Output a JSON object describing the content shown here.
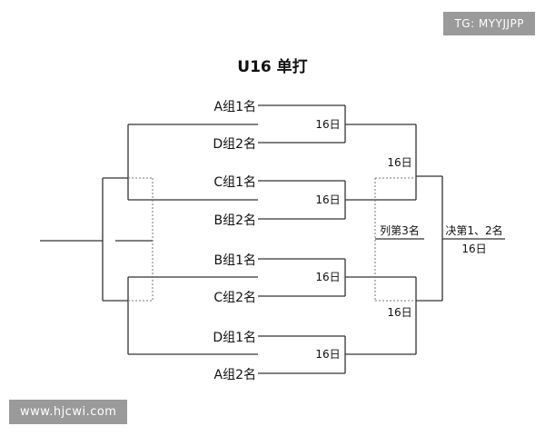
{
  "title": "U16 单打",
  "watermarks": {
    "top": "TG: MYYJJPP",
    "bottom": "www.hjcwi.com"
  },
  "entries": [
    "A组1名",
    "D组2名",
    "C组1名",
    "B组2名",
    "B组1名",
    "C组2名",
    "D组1名",
    "A组2名"
  ],
  "quarterfinal_labels": [
    "16日",
    "16日",
    "16日",
    "16日"
  ],
  "semifinal_labels": [
    "16日",
    "16日"
  ],
  "third_place_label": "列第3名",
  "final_label": "决第1、2名",
  "final_date": "16日"
}
